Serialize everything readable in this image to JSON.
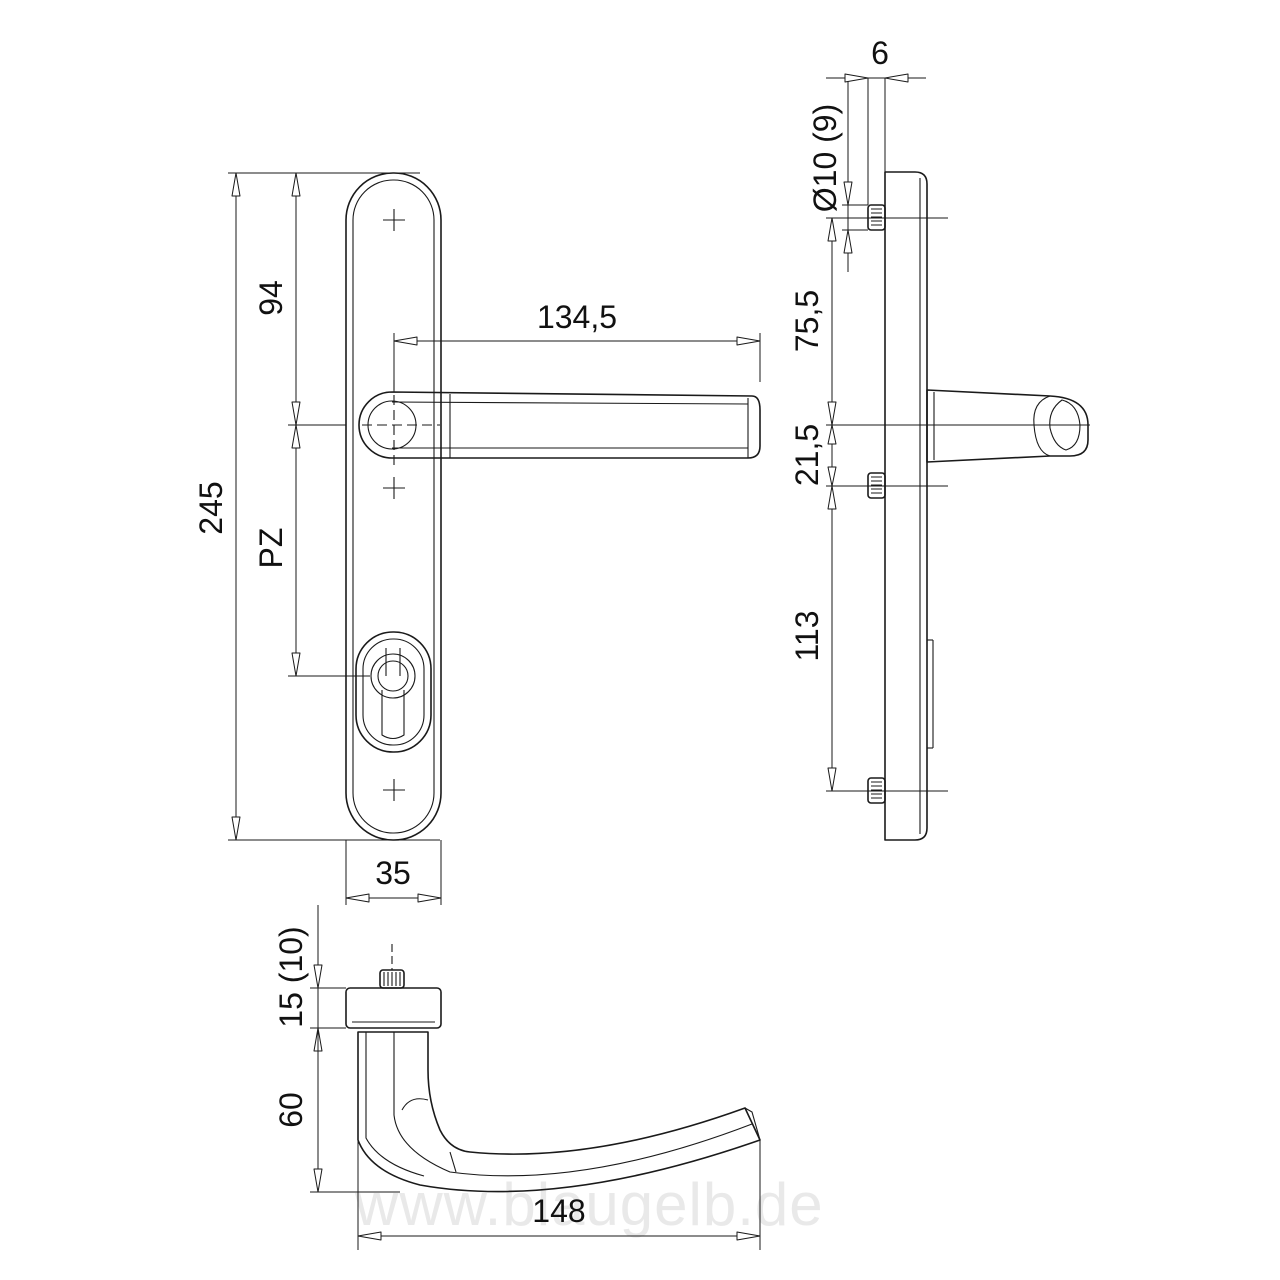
{
  "dimensions": {
    "total_height": "245",
    "upper_offset": "94",
    "pz": "PZ",
    "lever_length": "134,5",
    "plate_width": "35",
    "thickness": "6",
    "screw_diameter": "Ø10 (9)",
    "screw_upper": "75,5",
    "screw_mid": "21,5",
    "screw_lower": "113",
    "rose_height": "15 (10)",
    "lever_drop": "60",
    "lever_reach": "148"
  },
  "watermark": "www.blaugelb.de",
  "colors": {
    "line": "#1a1a1a",
    "background": "#ffffff",
    "watermark": "#e9e9e9"
  }
}
